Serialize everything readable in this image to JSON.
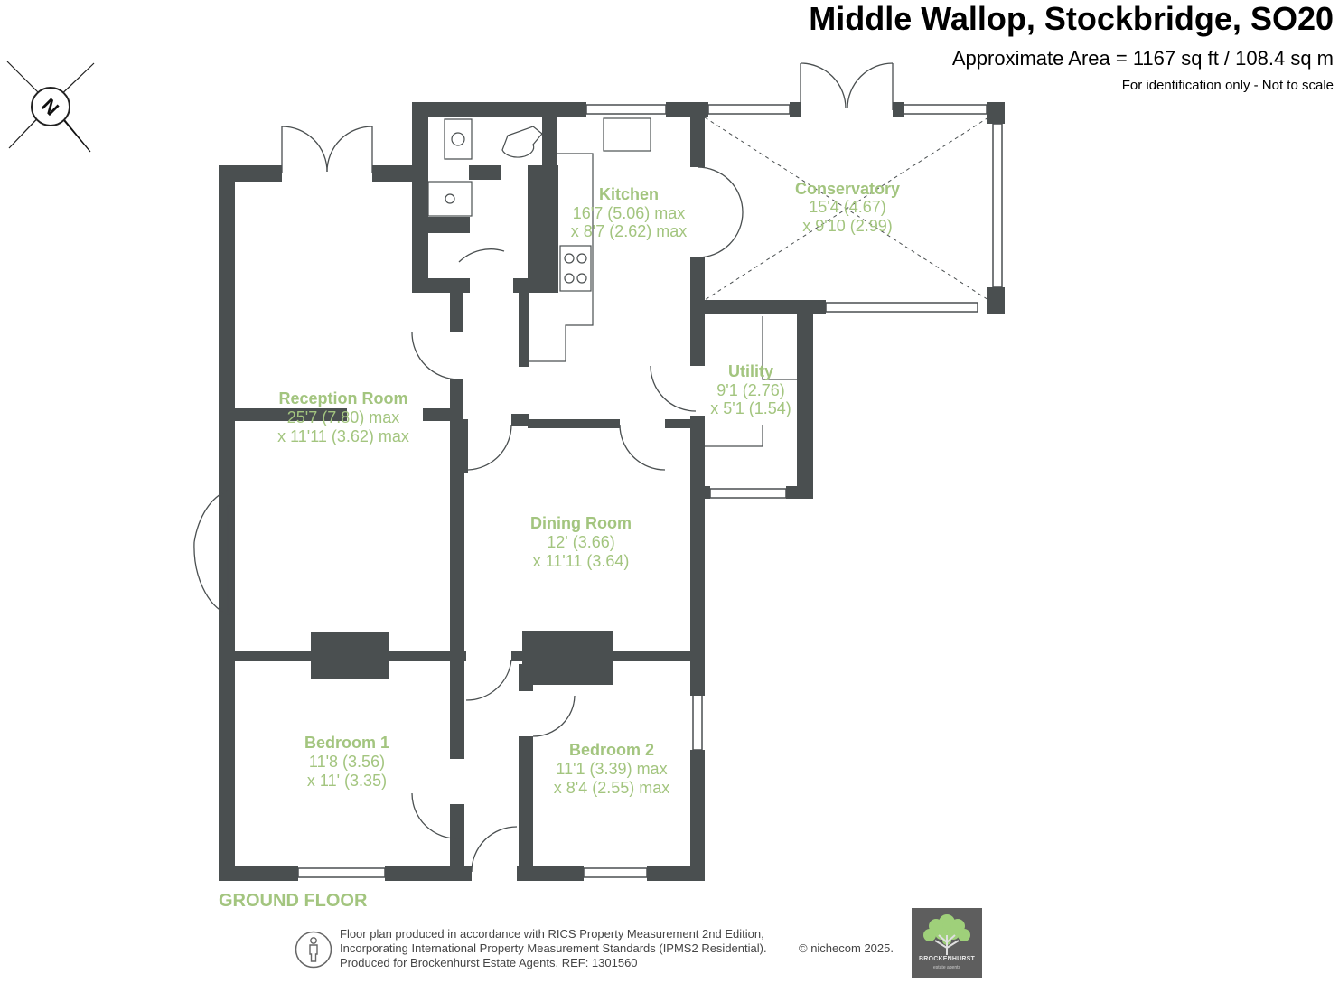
{
  "header": {
    "title": "Middle Wallop, Stockbridge, SO20",
    "area": "Approximate Area = 1167 sq ft / 108.4 sq m",
    "note": "For identification only - Not to scale"
  },
  "compass": {
    "letter": "N",
    "icon": "north-compass-icon"
  },
  "rooms": {
    "kitchen": {
      "name": "Kitchen",
      "dim1": "16'7 (5.06) max",
      "dim2": "x 8'7 (2.62) max"
    },
    "conservatory": {
      "name": "Conservatory",
      "dim1": "15'4 (4.67)",
      "dim2": "x 9'10 (2.99)"
    },
    "reception": {
      "name": "Reception Room",
      "dim1": "25'7 (7.80) max",
      "dim2": "x 11'11 (3.62) max"
    },
    "utility": {
      "name": "Utility",
      "dim1": "9'1 (2.76)",
      "dim2": "x 5'1 (1.54)"
    },
    "dining": {
      "name": "Dining Room",
      "dim1": "12' (3.66)",
      "dim2": "x 11'11 (3.64)"
    },
    "bedroom1": {
      "name": "Bedroom 1",
      "dim1": "11'8 (3.56)",
      "dim2": "x 11' (3.35)"
    },
    "bedroom2": {
      "name": "Bedroom 2",
      "dim1": "11'1 (3.39) max",
      "dim2": "x 8'4 (2.55) max"
    }
  },
  "floor_label": "GROUND FLOOR",
  "footer": {
    "line1": "Floor plan produced in accordance with RICS Property Measurement 2nd Edition,",
    "line2": "Incorporating International Property Measurement Standards (IPMS2 Residential).",
    "line3": "Produced for Brockenhurst Estate Agents.   REF: 1301560",
    "copyright": "© nichecom 2025."
  },
  "logo": {
    "name": "BROCKENHURST",
    "sub": "estate agents"
  },
  "colors": {
    "wall": "#4a4f50",
    "label": "#a3c57f",
    "logo_bg": "#5e5e5e",
    "logo_tree": "#9fd07a"
  }
}
